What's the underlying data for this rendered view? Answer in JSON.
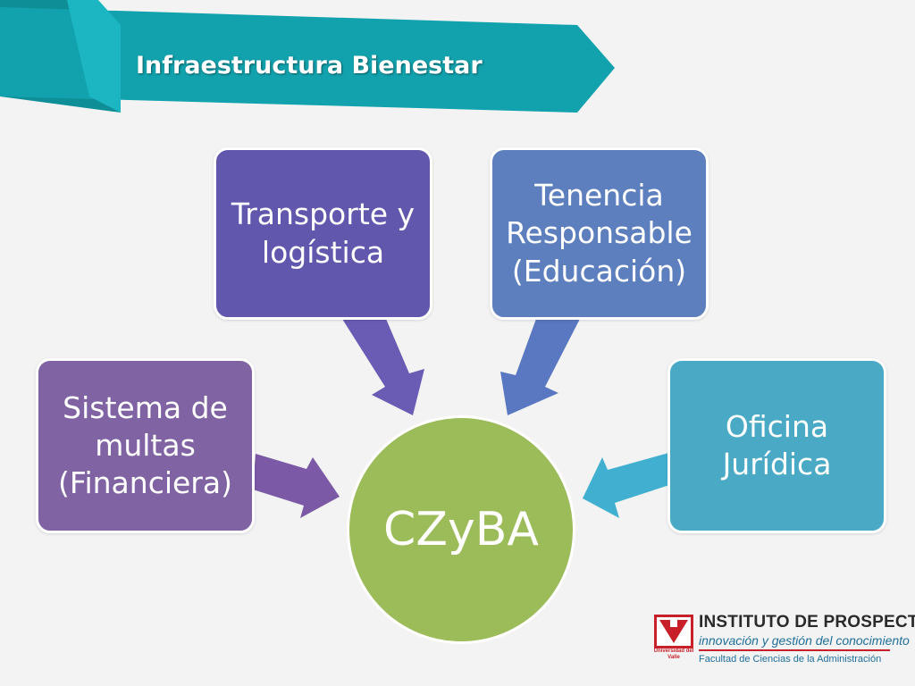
{
  "title": "Infraestructura Bienestar",
  "colors": {
    "banner": "#12a2ad",
    "banner_dark": "#0b7f86",
    "center": "#9cbc59",
    "multas": "#7f63a3",
    "transporte": "#6158ad",
    "tenencia": "#5d7fbe",
    "juridica": "#4aaac6",
    "arrow_multas": "#7b59a6",
    "arrow_transporte": "#6a5cb5",
    "arrow_tenencia": "#5a78c2",
    "arrow_juridica": "#41b0d0"
  },
  "center": {
    "label": "CZyBA"
  },
  "nodes": [
    {
      "id": "multas",
      "lines": [
        "Sistema de",
        "multas",
        "(Financiera)"
      ]
    },
    {
      "id": "transporte",
      "lines": [
        "Transporte y",
        "logística"
      ]
    },
    {
      "id": "tenencia",
      "lines": [
        "Tenencia",
        "Responsable",
        "(Educación)"
      ]
    },
    {
      "id": "juridica",
      "lines": [
        "Oficina",
        "Jurídica"
      ]
    }
  ],
  "logo": {
    "mark_label": "Universidad del Valle",
    "name": "INSTITUTO DE PROSPECTIVA",
    "tagline": "innovación y gestión del conocimiento",
    "faculty": "Facultad de Ciencias de la Administración"
  }
}
